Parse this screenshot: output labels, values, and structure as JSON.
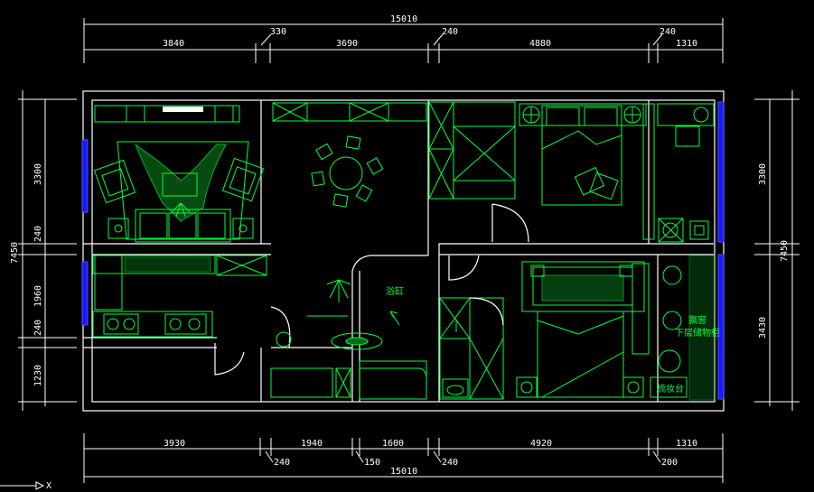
{
  "dimensions": {
    "top_total": "15010",
    "top_segments": [
      "3840",
      "330",
      "3690",
      "240",
      "4880",
      "240",
      "1310"
    ],
    "bottom_total": "15010",
    "bottom_segments": [
      "3930",
      "1940",
      "1600",
      "4920",
      "1310"
    ],
    "bottom_small": [
      "240",
      "150",
      "240",
      "200"
    ],
    "left_total": "7450",
    "left_segments": [
      "3300",
      "240",
      "1960",
      "240",
      "1230"
    ],
    "right_total": "7450",
    "right_segments": [
      "3300",
      "3430"
    ]
  },
  "room_labels": {
    "bath": "浴缸",
    "bay_window": "飘窗",
    "storage": "下层储物柜",
    "vanity": "梳妆台"
  },
  "axis": {
    "x_label": "X"
  },
  "colors": {
    "background": "#000000",
    "walls": "#ffffff",
    "furniture": "#00ff3c",
    "windows": "#1a1aff"
  }
}
